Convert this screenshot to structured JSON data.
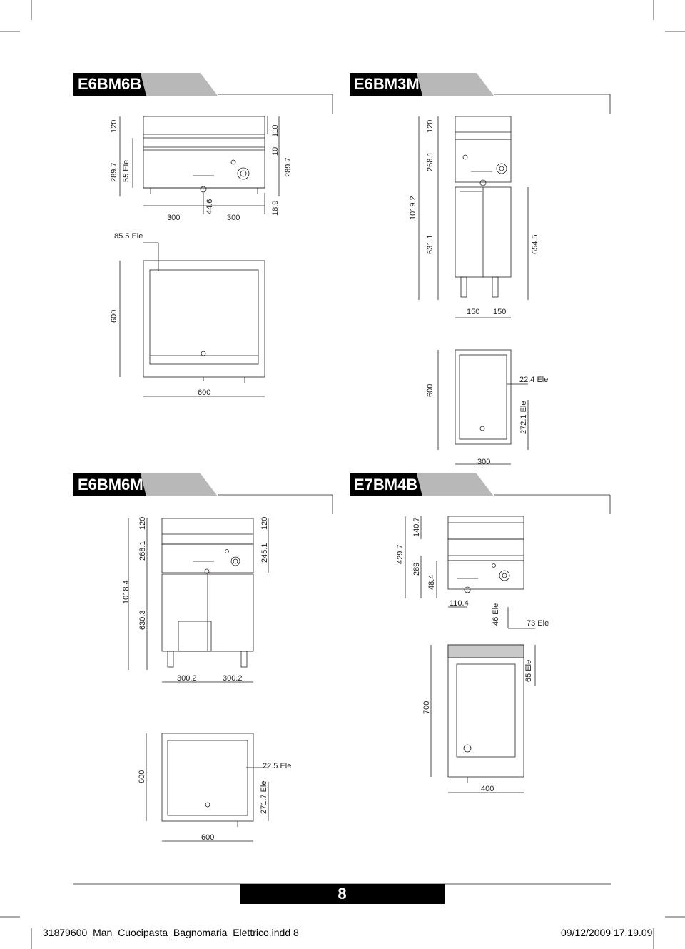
{
  "sections": {
    "s1": {
      "title": "E6BM6B"
    },
    "s2": {
      "title": "E6BM3M"
    },
    "s3": {
      "title": "E6BM6M"
    },
    "s4": {
      "title": "E7BM4B"
    }
  },
  "dims": {
    "e6bm6b": [
      "120",
      "289.7",
      "55 Ele",
      "110",
      "10",
      "289.7",
      "18.9",
      "300",
      "44.6",
      "300",
      "85.5 Ele",
      "600",
      "600"
    ],
    "e6bm3m": [
      "120",
      "268.1",
      "1019.2",
      "631.1",
      "654.5",
      "150",
      "150",
      "600",
      "22.4 Ele",
      "272.1 Ele",
      "300"
    ],
    "e6bm6m": [
      "120",
      "268.1",
      "1018.4",
      "630.3",
      "245.1",
      "120",
      "300.2",
      "300.2",
      "600",
      "22.5 Ele",
      "271.7 Ele",
      "600"
    ],
    "e7bm4b": [
      "140.7",
      "429.7",
      "289",
      "48.4",
      "110.4",
      "46 Ele",
      "73 Ele",
      "65 Ele",
      "700",
      "400"
    ]
  },
  "page_number": "8",
  "footer": {
    "filename": "31879600_Man_Cuocipasta_Bagnomaria_Elettrico.indd   8",
    "datetime": "09/12/2009   17.19.09"
  }
}
